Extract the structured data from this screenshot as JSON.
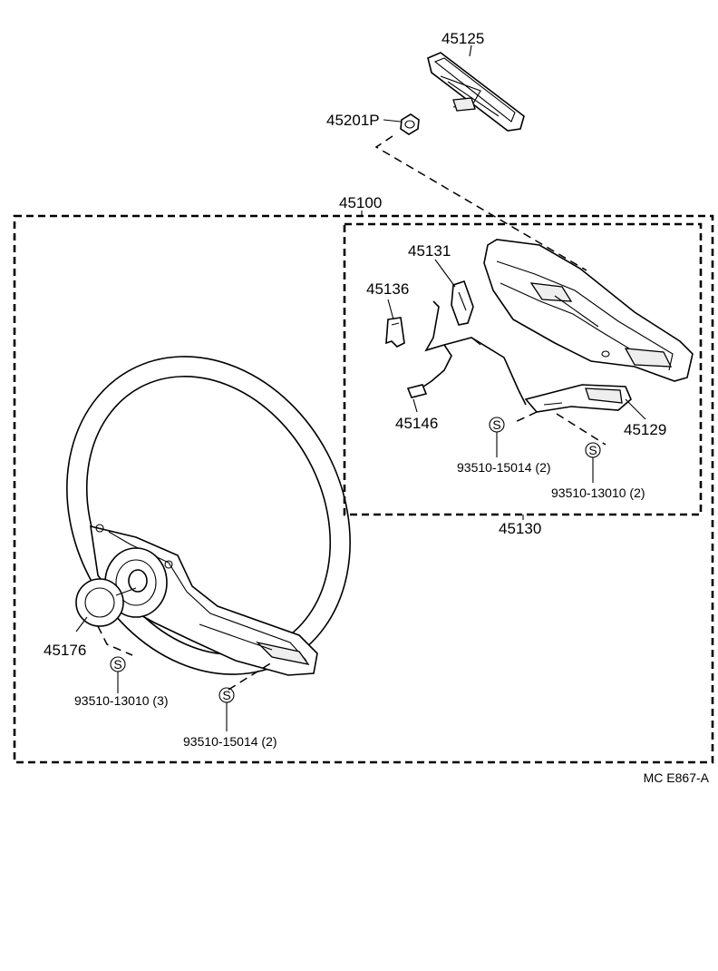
{
  "parts": {
    "p45125": "45125",
    "p45201p": "45201P",
    "p45100": "45100",
    "p45131": "45131",
    "p45136": "45136",
    "p45146": "45146",
    "p45129": "45129",
    "p45130": "45130",
    "p45176": "45176"
  },
  "screws": {
    "symbol": "S",
    "s1": "93510-15014 (2)",
    "s2": "93510-13010 (2)",
    "s3": "93510-13010 (3)",
    "s4": "93510-15014  (2)"
  },
  "diagram_code": "MC E867-A"
}
